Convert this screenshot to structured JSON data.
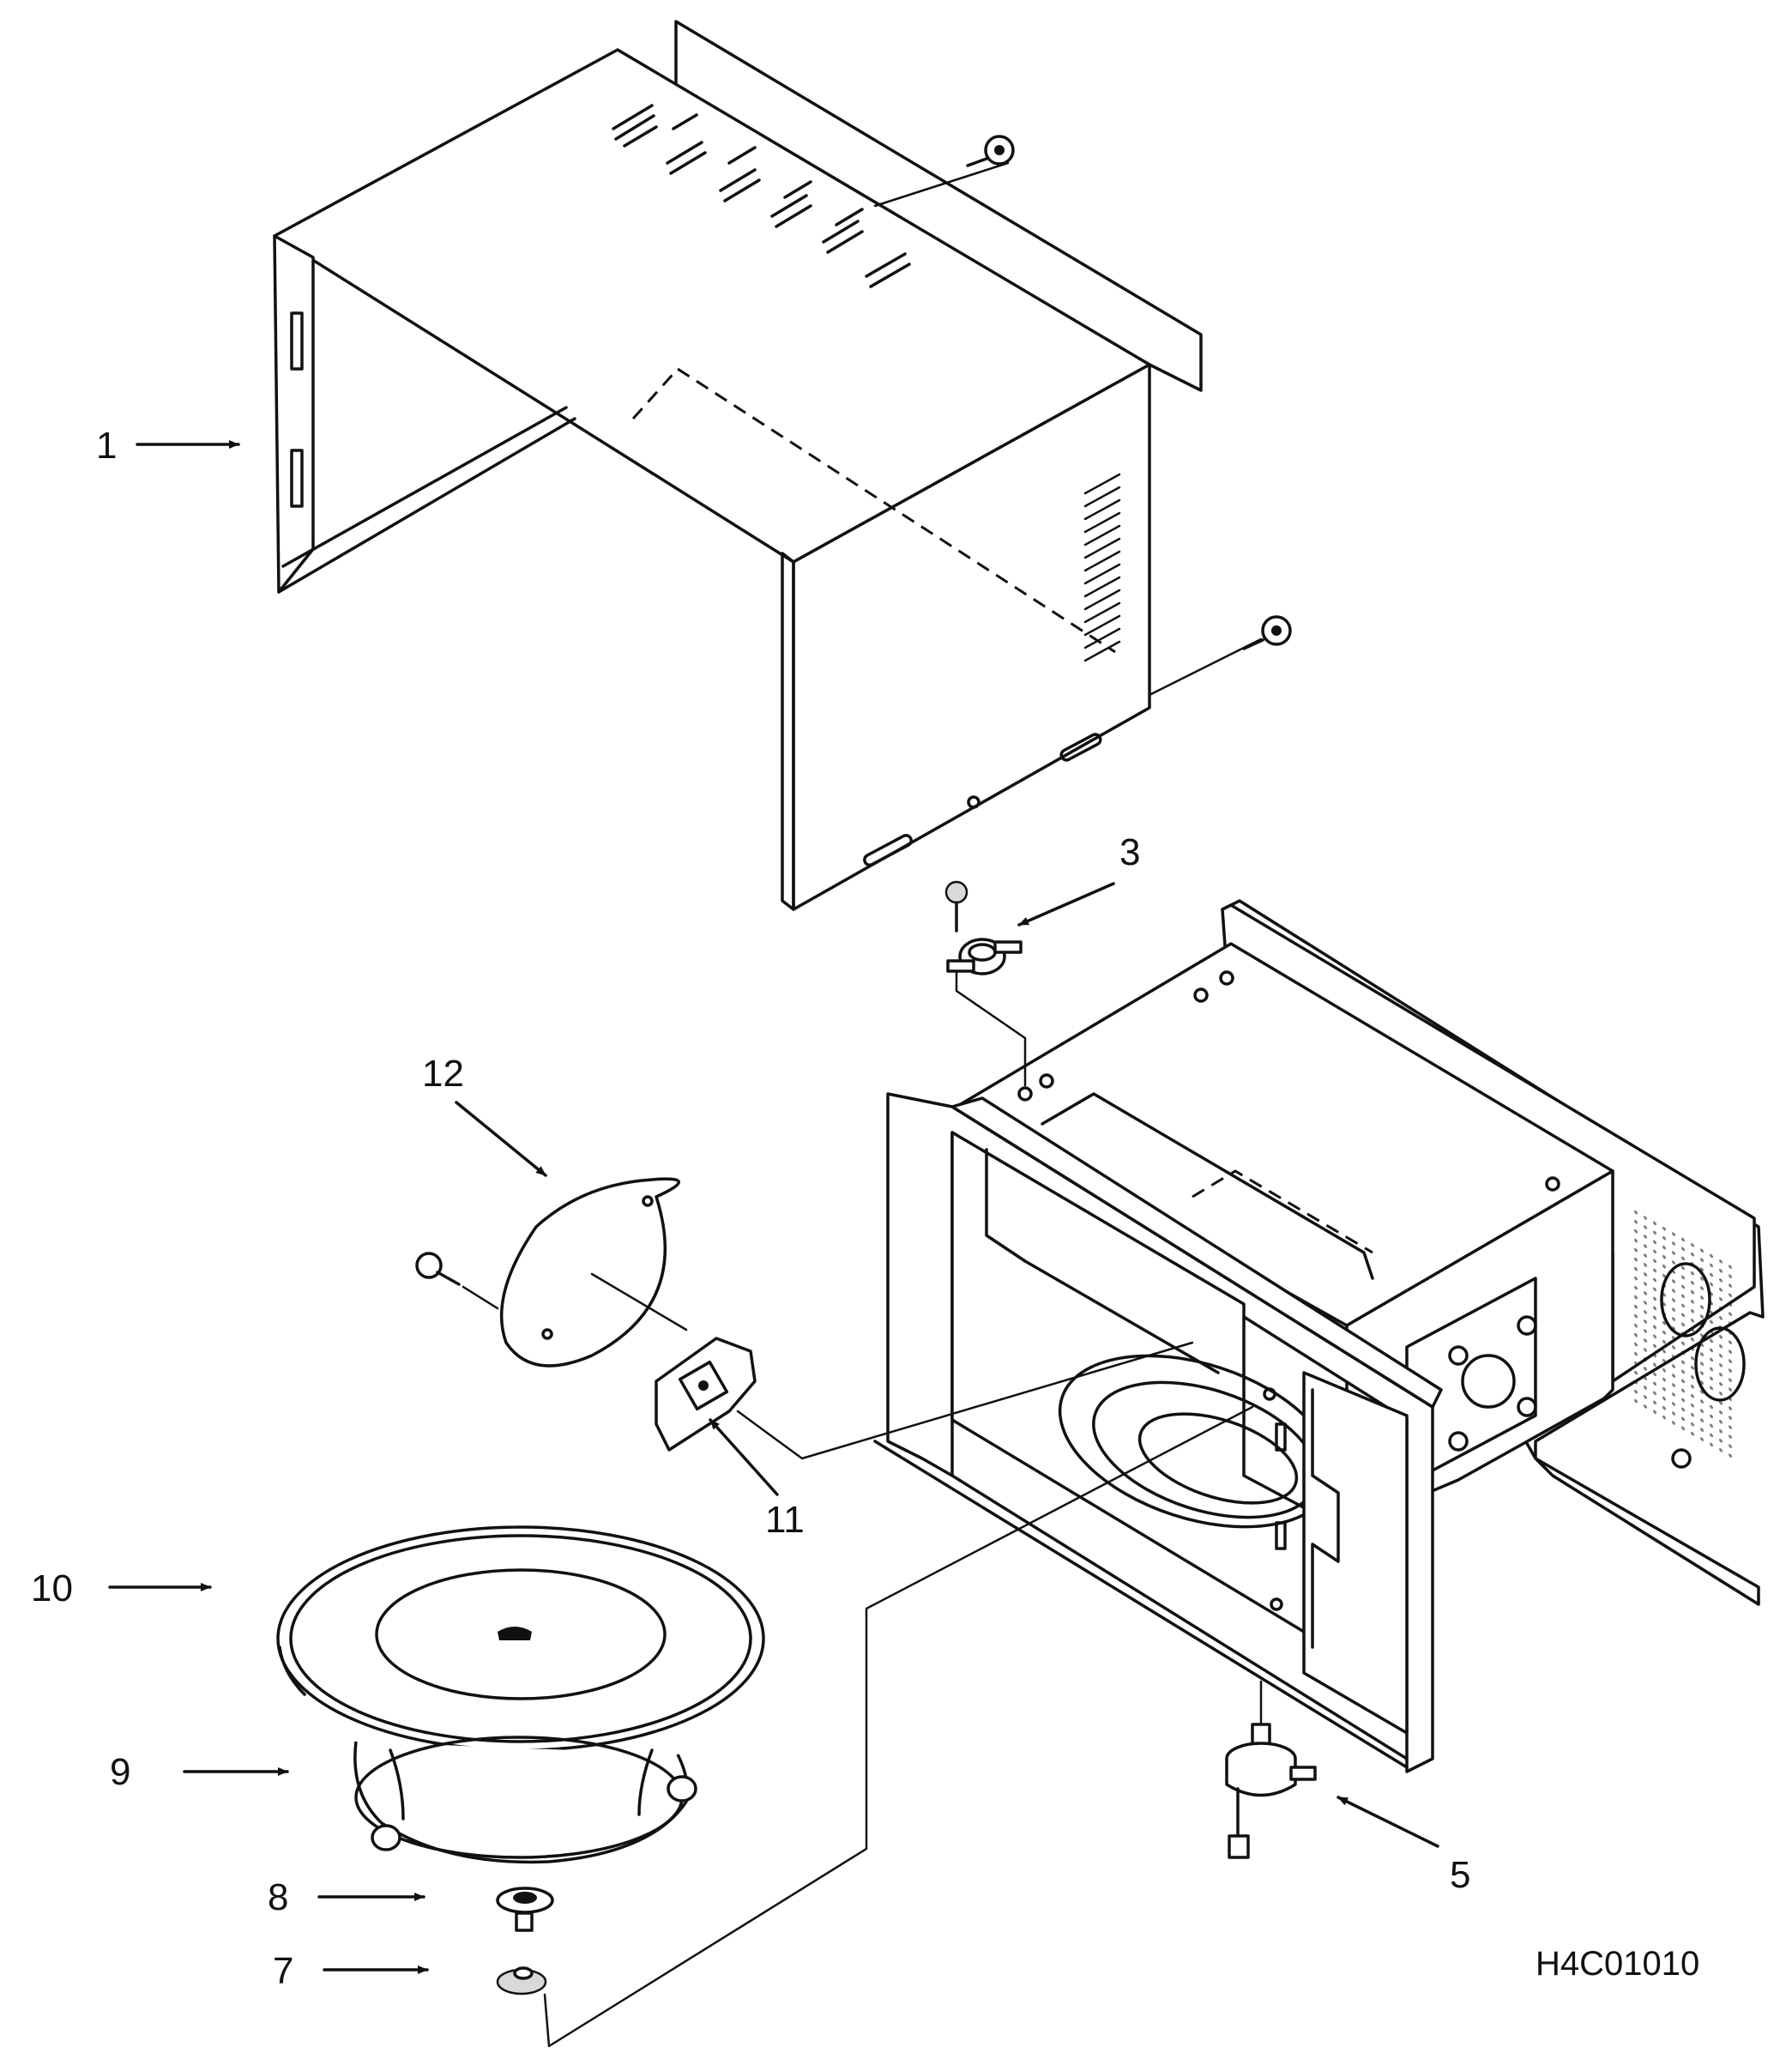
{
  "diagram": {
    "drawing_id": "H4C01010",
    "callouts": [
      {
        "id": "part-1",
        "label": "1"
      },
      {
        "id": "part-3",
        "label": "3"
      },
      {
        "id": "part-5",
        "label": "5"
      },
      {
        "id": "part-7",
        "label": "7"
      },
      {
        "id": "part-8",
        "label": "8"
      },
      {
        "id": "part-9",
        "label": "9"
      },
      {
        "id": "part-10",
        "label": "10"
      },
      {
        "id": "part-11",
        "label": "11"
      },
      {
        "id": "part-12",
        "label": "12"
      }
    ]
  }
}
